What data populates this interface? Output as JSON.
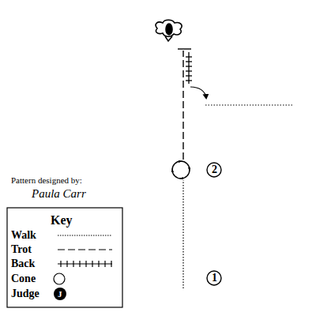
{
  "diagram": {
    "labels": [
      "2",
      "1",
      "Pattern designed by:",
      "Paula Carr",
      "Key",
      "J"
    ],
    "legend": [
      {
        "text": "Walk"
      },
      {
        "text": "Trot"
      },
      {
        "text": "Back"
      },
      {
        "text": "Cone"
      },
      {
        "text": "Judge"
      }
    ]
  }
}
